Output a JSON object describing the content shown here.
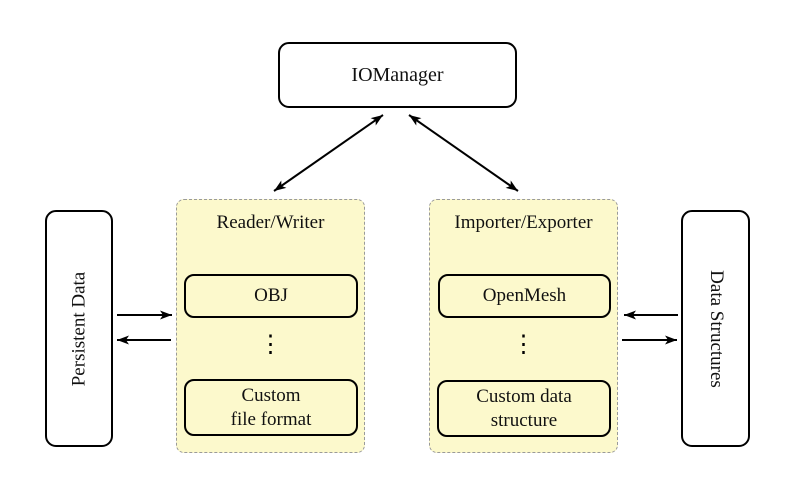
{
  "diagram": {
    "iomanager": {
      "label": "IOManager"
    },
    "persistent_data": {
      "label": "Persistent Data"
    },
    "data_structures": {
      "label": "Data Structures"
    },
    "reader_writer": {
      "title": "Reader/Writer",
      "item_top": "OBJ",
      "ellipsis": "⋮",
      "item_bottom_line1": "Custom",
      "item_bottom_line2": "file format"
    },
    "importer_exporter": {
      "title": "Importer/Exporter",
      "item_top": "OpenMesh",
      "ellipsis": "⋮",
      "item_bottom_line1": "Custom data",
      "item_bottom_line2": "structure"
    },
    "colors": {
      "group_fill": "#FCF9CC",
      "group_border": "#9A9A9A",
      "node_border": "#000000",
      "arrow": "#000000",
      "background": "#FFFFFF"
    }
  }
}
